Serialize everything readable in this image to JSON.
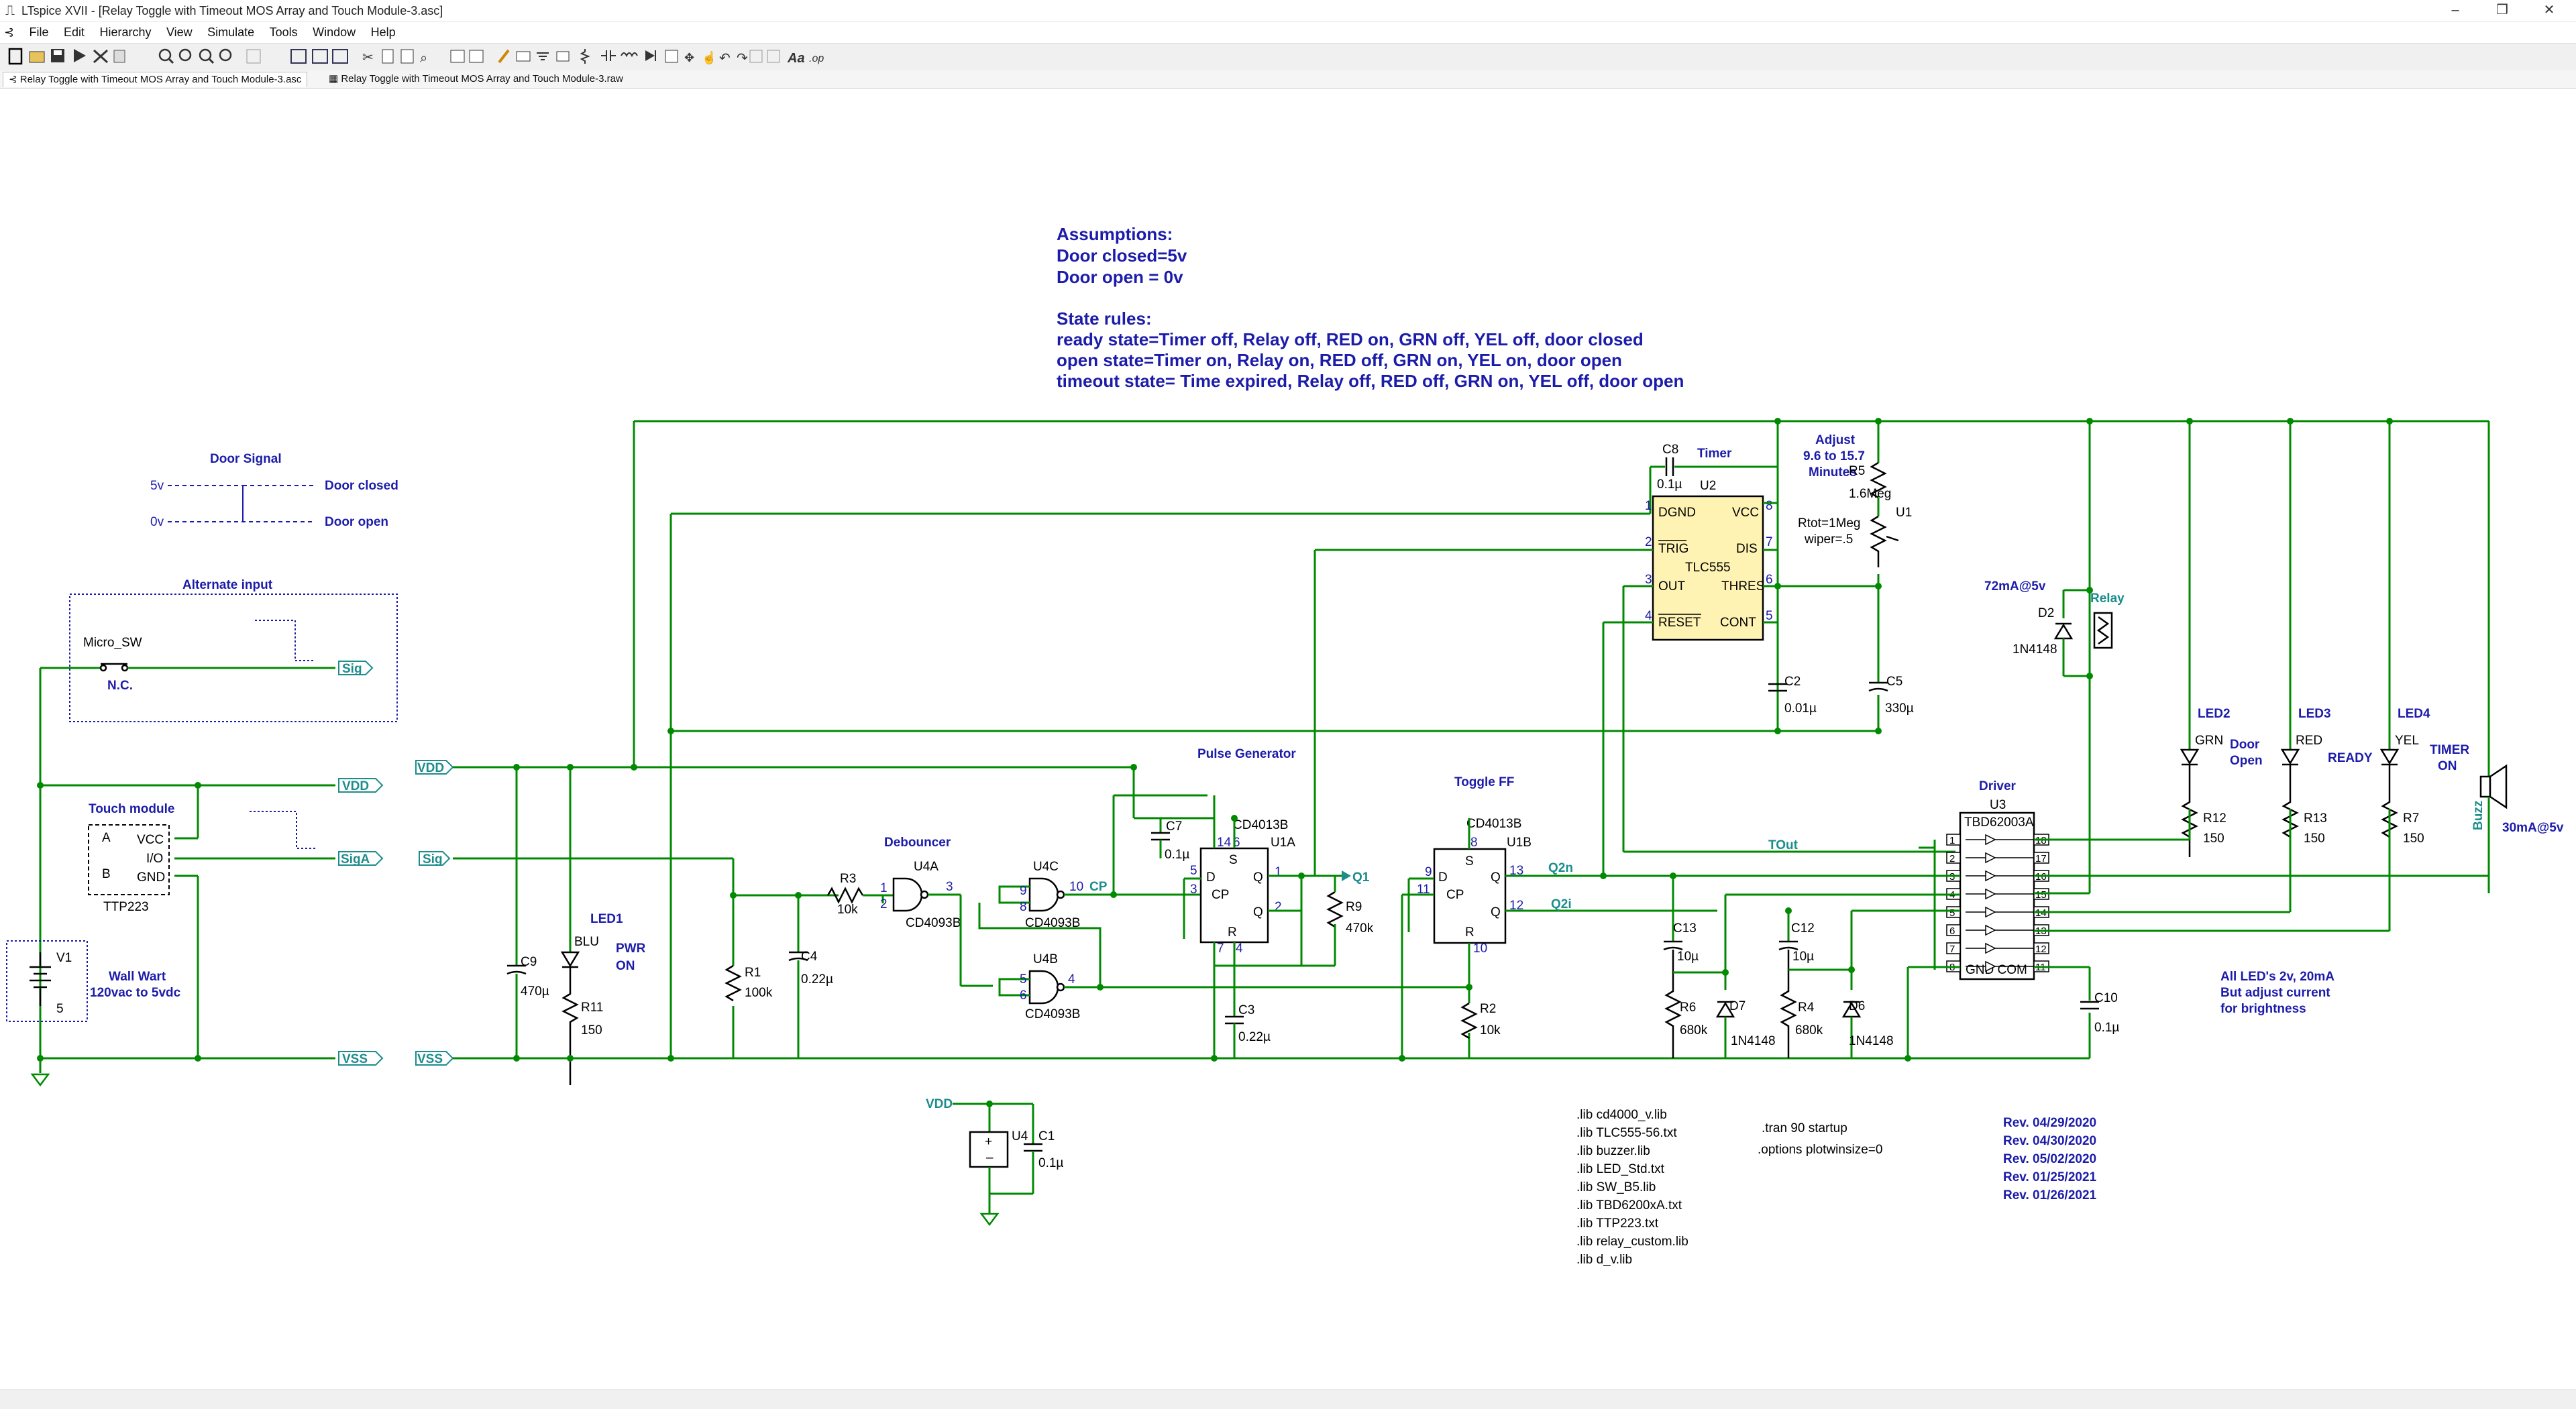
{
  "window": {
    "title": "LTspice XVII - [Relay Toggle with Timeout MOS Array and Touch Module-3.asc]",
    "controls": [
      "–",
      "❐",
      "✕"
    ]
  },
  "menu": [
    "File",
    "Edit",
    "Hierarchy",
    "View",
    "Simulate",
    "Tools",
    "Window",
    "Help"
  ],
  "tabs": [
    {
      "label": "Relay Toggle with Timeout MOS Array and Touch Module-3.asc",
      "active": true
    },
    {
      "label": "Relay Toggle with Timeout MOS Array and Touch Module-3.raw",
      "active": false
    }
  ],
  "notes": {
    "assumptions": [
      "Assumptions:",
      "Door closed=5v",
      "Door open = 0v"
    ],
    "state_rules": [
      "State rules:",
      "ready state=Timer off, Relay off, RED on, GRN off, YEL off, door closed",
      "open state=Timer on, Relay on, RED off, GRN on, YEL on, door open",
      "timeout state= Time expired, Relay off, RED off, GRN on, YEL off, door open"
    ],
    "door_signal": {
      "title": "Door Signal",
      "v5": "5v",
      "v0": "0v",
      "closed": "Door closed",
      "open": "Door open"
    },
    "alternate_input": "Alternate input",
    "wall_wart": [
      "Wall Wart",
      "120vac to 5vdc"
    ],
    "leds": [
      "All LED's 2v, 20mA",
      "But adjust current",
      "for brightness"
    ],
    "adjust": [
      "Adjust",
      "9.6 to 15.7",
      "Minutes"
    ],
    "relay_current": "72mA@5v",
    "buzz_current": "30mA@5v",
    "rtot": [
      "Rtot=1Meg",
      "wiper=.5"
    ]
  },
  "sections": {
    "debouncer": "Debouncer",
    "pulse_generator": "Pulse Generator",
    "toggle_ff": "Toggle FF",
    "timer": "Timer",
    "driver": "Driver",
    "touch_module": "Touch module"
  },
  "net_labels": {
    "sig": "Sig",
    "vdd": "VDD",
    "sigA": "SigA",
    "vss": "VSS",
    "cp": "CP",
    "q1": "Q1",
    "q2n": "Q2n",
    "q2i": "Q2i",
    "tout": "TOut"
  },
  "components": {
    "V1": {
      "name": "V1",
      "value": "5"
    },
    "C9": {
      "name": "C9",
      "value": "470µ"
    },
    "LED1": {
      "name": "LED1",
      "value": "BLU",
      "note": [
        "PWR",
        "ON"
      ]
    },
    "R11": {
      "name": "R11",
      "value": "150"
    },
    "R1": {
      "name": "R1",
      "value": "100k"
    },
    "C4": {
      "name": "C4",
      "value": "0.22µ"
    },
    "R3": {
      "name": "R3",
      "value": "10k"
    },
    "U4A": {
      "name": "U4A",
      "value": "CD4093B"
    },
    "U4C": {
      "name": "U4C",
      "value": "CD4093B"
    },
    "U4B": {
      "name": "U4B",
      "value": "CD4093B"
    },
    "C7": {
      "name": "C7",
      "value": "0.1µ"
    },
    "U1A": {
      "name": "U1A",
      "value": "CD4013B"
    },
    "R9": {
      "name": "R9",
      "value": "470k"
    },
    "C3": {
      "name": "C3",
      "value": "0.22µ"
    },
    "U1B": {
      "name": "U1B",
      "value": "CD4013B"
    },
    "R2": {
      "name": "R2",
      "value": "10k"
    },
    "C8": {
      "name": "C8",
      "value": "0.1µ"
    },
    "U2": {
      "name": "U2",
      "value": "TLC555"
    },
    "R5": {
      "name": "R5",
      "value": "1.6Meg"
    },
    "U1": {
      "name": "U1",
      "value": ""
    },
    "C2": {
      "name": "C2",
      "value": "0.01µ"
    },
    "C5": {
      "name": "C5",
      "value": "330µ"
    },
    "D2": {
      "name": "D2",
      "value": "1N4148"
    },
    "Relay": {
      "name": "Relay",
      "value": ""
    },
    "C13": {
      "name": "C13",
      "value": "10µ"
    },
    "R6": {
      "name": "R6",
      "value": "680k"
    },
    "D7": {
      "name": "D7",
      "value": "1N4148"
    },
    "C12": {
      "name": "C12",
      "value": "10µ"
    },
    "R4": {
      "name": "R4",
      "value": "680k"
    },
    "D6": {
      "name": "D6",
      "value": "1N4148"
    },
    "U3": {
      "name": "U3",
      "value": "TBD62003A"
    },
    "C10": {
      "name": "C10",
      "value": "0.1µ"
    },
    "LED2": {
      "name": "LED2",
      "value": "GRN",
      "note": [
        "Door",
        "Open"
      ]
    },
    "LED3": {
      "name": "LED3",
      "value": "RED",
      "note": [
        "READY"
      ]
    },
    "LED4": {
      "name": "LED4",
      "value": "YEL",
      "note": [
        "TIMER",
        "ON"
      ]
    },
    "R12": {
      "name": "R12",
      "value": "150"
    },
    "R13": {
      "name": "R13",
      "value": "150"
    },
    "R7": {
      "name": "R7",
      "value": "150"
    },
    "Buzz": {
      "name": "Buzz",
      "value": ""
    },
    "U4": {
      "name": "U4",
      "value": ""
    },
    "C1": {
      "name": "C1",
      "value": "0.1µ"
    },
    "Micro_SW": {
      "name": "Micro_SW",
      "value": "N.C."
    },
    "TTP223": {
      "name": "TTP223",
      "pins": [
        "VCC",
        "I/O",
        "GND"
      ],
      "terms": [
        "A",
        "B"
      ]
    }
  },
  "u2_pins": {
    "dgnd": "DGND",
    "vcc": "VCC",
    "trig": "TRIG",
    "dis": "DIS",
    "out": "OUT",
    "thres": "THRES",
    "reset": "RESET",
    "cont": "CONT"
  },
  "u3_bottom": "GND COM",
  "ff_pins": {
    "s": "S",
    "r": "R",
    "d": "D",
    "cp": "CP",
    "q": "Q",
    "qn": "Q"
  },
  "directives": [
    ".lib cd4000_v.lib",
    ".lib TLC555-56.txt",
    ".lib buzzer.lib",
    ".lib LED_Std.txt",
    ".lib SW_B5.lib",
    ".lib TBD6200xA.txt",
    ".lib TTP223.txt",
    ".lib relay_custom.lib",
    ".lib d_v.lib"
  ],
  "sim": [
    ".tran 90 startup",
    ".options plotwinsize=0"
  ],
  "revisions": [
    "Rev. 04/29/2020",
    "Rev. 04/30/2020",
    "Rev. 05/02/2020",
    "Rev. 01/25/2021",
    "Rev. 01/26/2021"
  ],
  "colors": {
    "wire": "#008a00",
    "text": "#1c1caa",
    "net": "#1c8c8c",
    "ic_fill": "#fff3b3"
  }
}
